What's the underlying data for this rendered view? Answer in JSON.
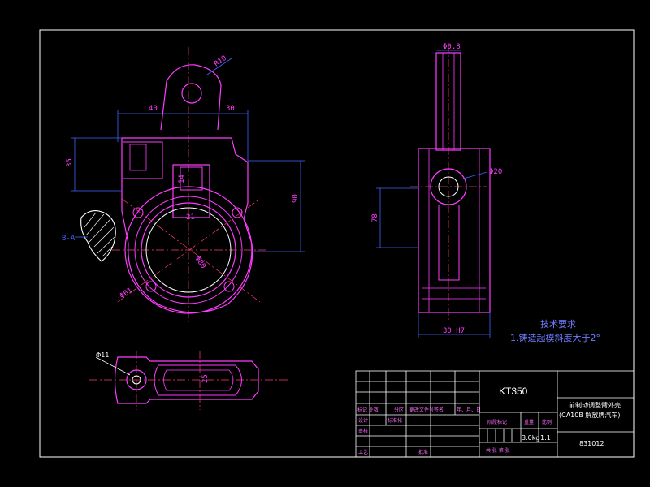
{
  "dimensions": {
    "front_top_radius": "R10",
    "front_width_left": "40",
    "front_width_right": "30",
    "front_height_left": "35",
    "front_height_right": "90",
    "front_slot_height": "14",
    "front_slot_width": "21",
    "front_circle_dia": "Φ80",
    "front_bolt_circle": "Φ61",
    "section_label": "B-A",
    "side_top_width": "Φ0.8",
    "side_hole_dia": "Φ20",
    "side_height": "78",
    "side_bottom_width": "30 H7",
    "bottom_hole_label": "Φ11",
    "bottom_slot_label": "25"
  },
  "notes": {
    "title": "技术要求",
    "line1": "1.铸造起模斜度大于2°"
  },
  "title_block": {
    "model": "KT350",
    "part_name_line1": "前制动调整臂外壳",
    "part_name_line2": "(CA10B 解放牌汽车)",
    "drawing_number": "831012",
    "weight": "3.0kg",
    "scale": "1:1",
    "label_stage": "阶段标记",
    "label_weight": "重量",
    "label_scale": "比例",
    "sheets": "共  张  第  张",
    "row_mark": "标记 处数",
    "row_zone": "分区",
    "row_changedoc": "更改文件号",
    "row_sign": "签名",
    "row_date": "年、月、日",
    "row_design": "设计",
    "row_std": "标准化",
    "row_review": "审核",
    "row_process": "工艺",
    "row_approve": "批准"
  },
  "colors": {
    "outline": "#ffffff",
    "part": "#ff3cff",
    "dimension": "#3f63ff",
    "center": "#ff3c6e",
    "hatch": "#ffffff"
  }
}
